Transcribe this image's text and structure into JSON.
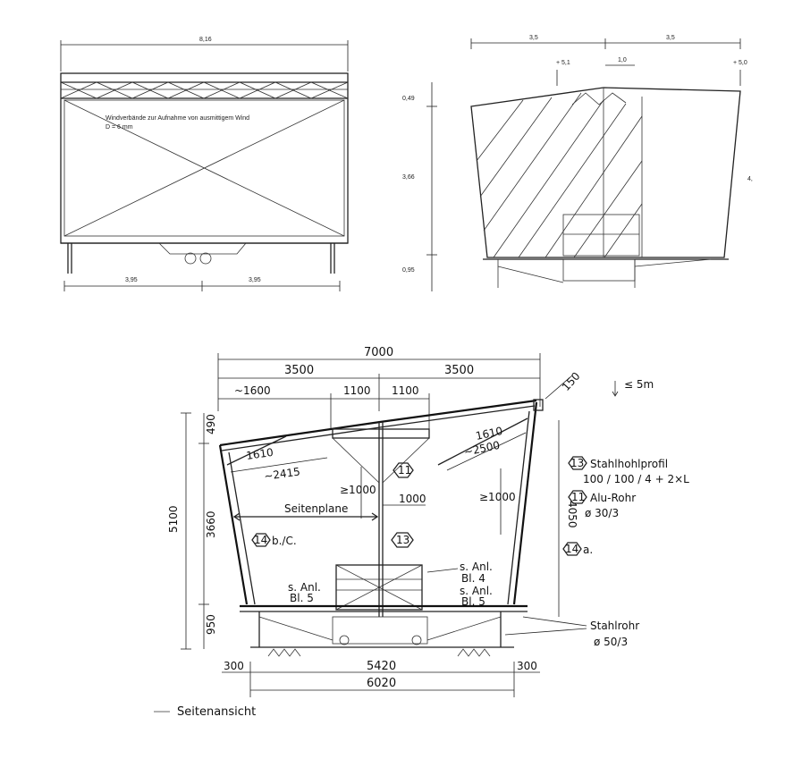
{
  "top_left": {
    "total_width": "8,16",
    "note_line1": "Windverbände zur Aufnahme von ausmittigem Wind",
    "note_line2": "D = 6 mm",
    "left_width": "3,95",
    "right_width": "3,95"
  },
  "top_right": {
    "left_width": "3,5",
    "right_width": "3,5",
    "left_rise": "+ 5,1",
    "center_width": "1,0",
    "right_rise": "+ 5,0",
    "upper_height": "0,49",
    "mid_height": "3,66",
    "right_height": "4,",
    "lower_height": "0,95"
  },
  "bottom": {
    "total_width": "7000",
    "half_left": "3500",
    "half_right": "3500",
    "left_overhang": "~1600",
    "center_left": "1100",
    "center_right": "1100",
    "tip_offset": "150",
    "tip_limit": "≤ 5m",
    "height_490": "490",
    "total_height": "5100",
    "height_3660": "3660",
    "height_950": "950",
    "right_height": "4050",
    "left_upper": "1610",
    "left_diag": "~2415",
    "right_upper": "1610",
    "right_diag": "~2500",
    "min_1000_a": "≥1000",
    "min_1000_b": "1000",
    "min_1000_c": "≥1000",
    "side_tarp": "Seitenplane",
    "mark_14bc": "b./C.",
    "mark_14a": "a.",
    "num_11": "11",
    "num_13": "13",
    "num_14": "14",
    "legend_13": "Stahlhohlprofil",
    "legend_13b": "100 / 100 / 4 + 2×L",
    "legend_11": "Alu-Rohr",
    "legend_11b": "ø 30/3",
    "anl_bl4_a": "s. Anl.",
    "anl_bl4_b": "Bl. 4",
    "anl_bl5_a": "s. Anl.",
    "anl_bl5_b": "Bl. 5",
    "anl_bl5r_a": "s. Anl.",
    "anl_bl5r_b": "Bl. 5",
    "steel_pipe": "Stahlrohr",
    "steel_pipe_dim": "ø 50/3",
    "left_300": "300",
    "right_300": "300",
    "base_5420": "5420",
    "base_6020": "6020",
    "caption": "Seitenansicht"
  }
}
